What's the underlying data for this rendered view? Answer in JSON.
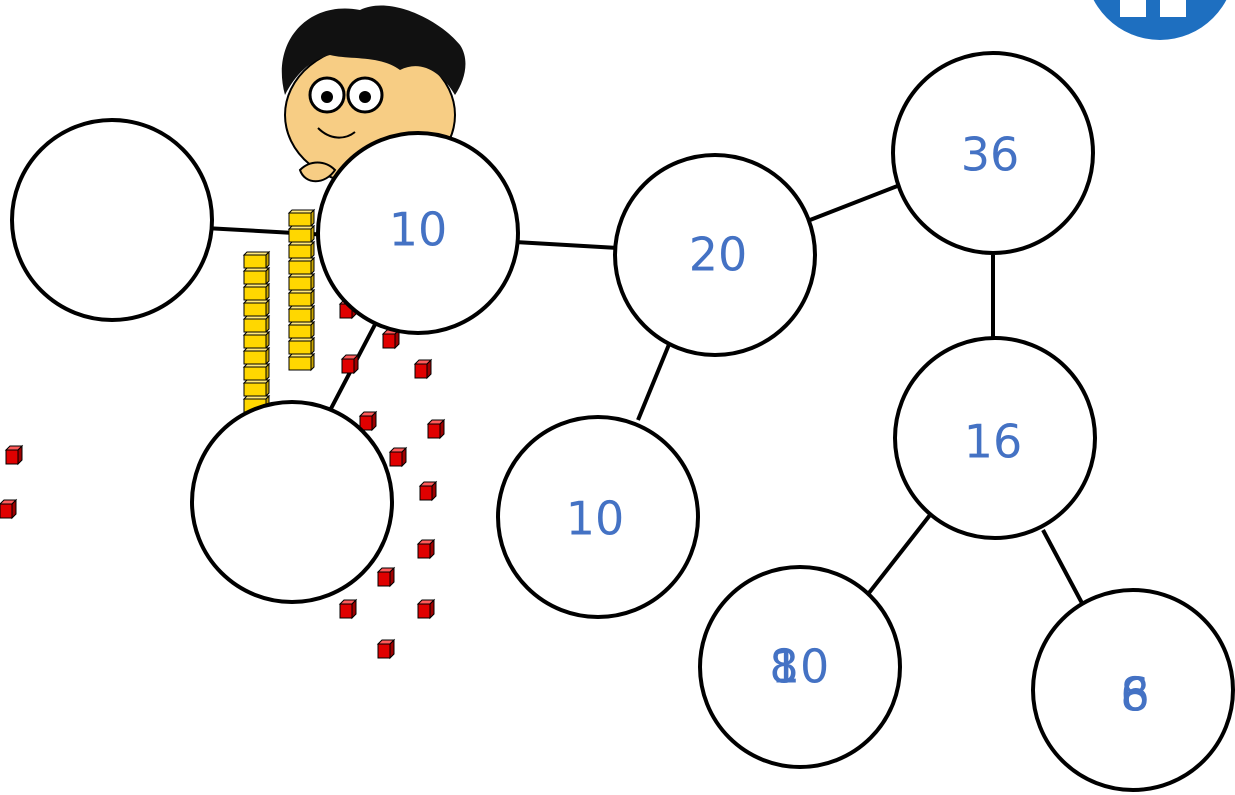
{
  "nodes": [
    {
      "id": "n1",
      "label": ""
    },
    {
      "id": "n2",
      "label": "10"
    },
    {
      "id": "n3",
      "label": "20"
    },
    {
      "id": "n4",
      "label": "36"
    },
    {
      "id": "n5",
      "label": ""
    },
    {
      "id": "n6",
      "label": "10"
    },
    {
      "id": "n7",
      "label": "16"
    },
    {
      "id": "n8",
      "label": "10"
    },
    {
      "id": "n8b",
      "label": "8"
    },
    {
      "id": "n9",
      "label": "6"
    },
    {
      "id": "n9b",
      "label": "8"
    }
  ],
  "colors": {
    "text": "#4472C4",
    "rod": "#FFD700",
    "cube": "#E00000",
    "badge": "#1E6FC0"
  },
  "icons": {
    "badge": "home-icon",
    "mascot": "cartoon-boy-icon"
  }
}
